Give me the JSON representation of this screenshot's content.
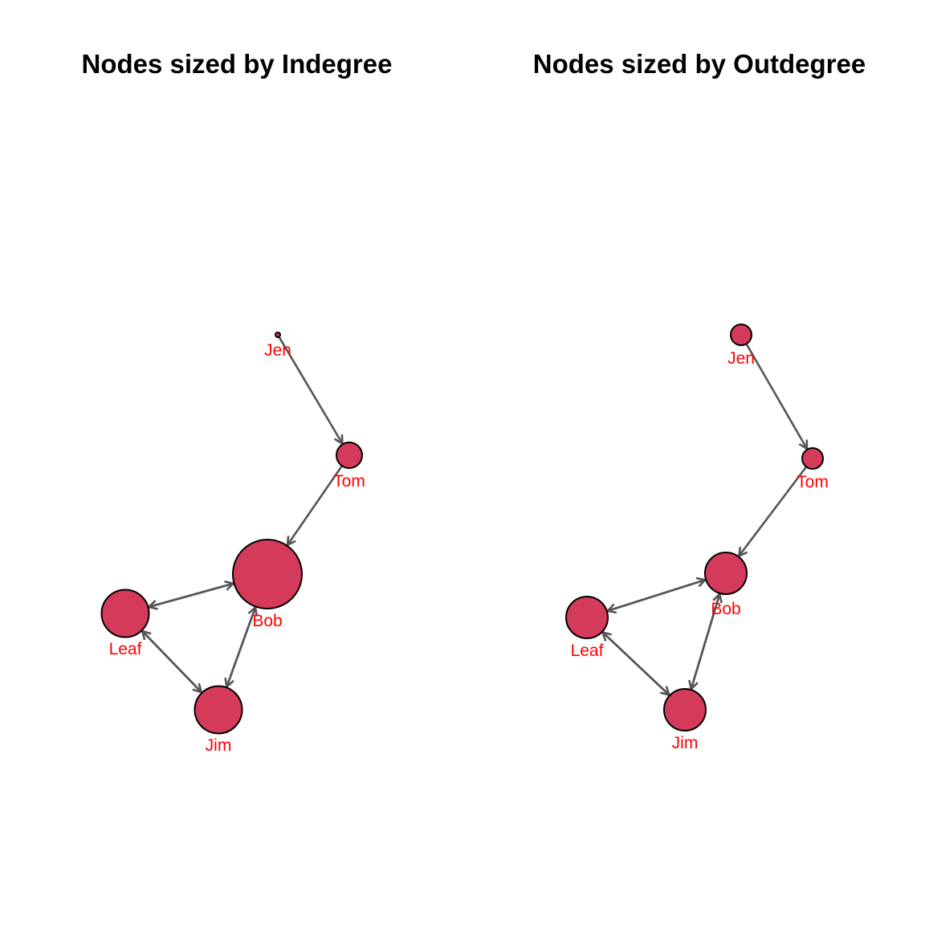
{
  "panels": [
    {
      "title": "Nodes sized by Indegree",
      "measure": "indegree"
    },
    {
      "title": "Nodes sized by Outdegree",
      "measure": "outdegree"
    }
  ],
  "nodes": [
    {
      "name": "Jen",
      "indegree": 0,
      "outdegree": 1
    },
    {
      "name": "Tom",
      "indegree": 1,
      "outdegree": 1
    },
    {
      "name": "Bob",
      "indegree": 3,
      "outdegree": 2
    },
    {
      "name": "Leaf",
      "indegree": 2,
      "outdegree": 2
    },
    {
      "name": "Jim",
      "indegree": 2,
      "outdegree": 2
    }
  ],
  "edges": [
    {
      "from": "Jen",
      "to": "Tom"
    },
    {
      "from": "Tom",
      "to": "Bob"
    },
    {
      "from": "Bob",
      "to": "Leaf"
    },
    {
      "from": "Leaf",
      "to": "Bob"
    },
    {
      "from": "Bob",
      "to": "Jim"
    },
    {
      "from": "Jim",
      "to": "Bob"
    },
    {
      "from": "Leaf",
      "to": "Jim"
    },
    {
      "from": "Jim",
      "to": "Leaf"
    }
  ],
  "colors": {
    "node_fill": "#d43b5a",
    "label": "#ff0000",
    "edge": "#555555"
  }
}
